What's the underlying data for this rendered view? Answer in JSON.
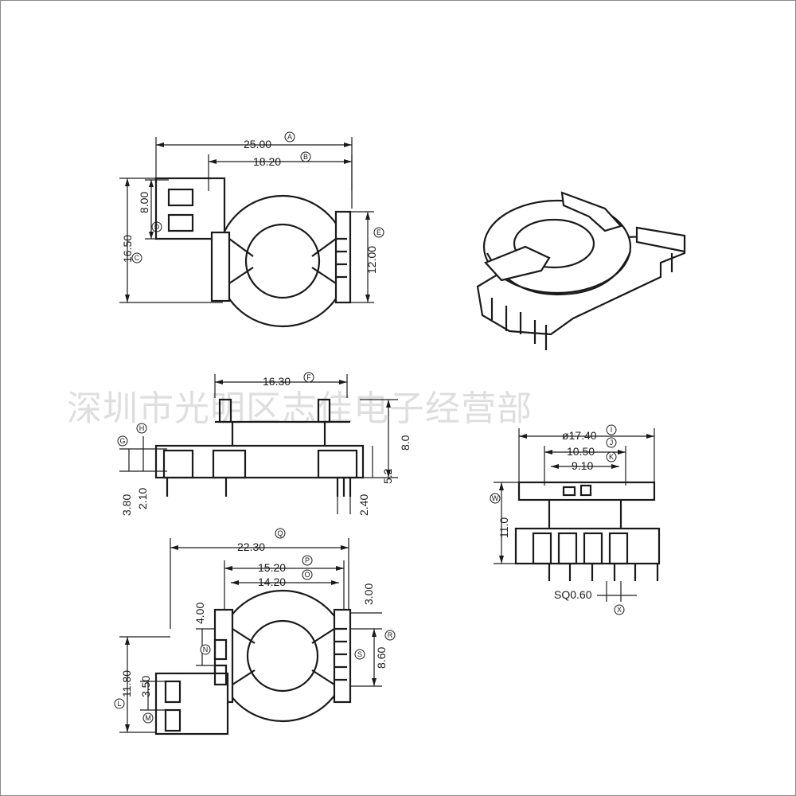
{
  "watermark": "深圳市光明区志佳电子经营部",
  "top_view": {
    "overall_width": "25.00",
    "overall_width_tag": "A",
    "flange_width": "18.20",
    "flange_width_tag": "B",
    "height": "16.50",
    "height_tag": "C",
    "slot_pitch": "8.00",
    "slot_pitch_tag": "D",
    "right_height": "12.00",
    "right_height_tag": "E"
  },
  "side_view": {
    "top_width": "16.30",
    "top_width_tag": "F",
    "left_tag_g": "G",
    "left_tag_h": "H",
    "total_height": "8.0",
    "pin_height": "5.2",
    "left_depth": "3.80",
    "base_height": "2.10",
    "pin_pitch": "2.40"
  },
  "bottom_view": {
    "overall_width": "22.30",
    "overall_width_tag": "Q",
    "outer_flange": "15.20",
    "outer_flange_tag": "P",
    "inner_flange": "14.20",
    "inner_flange_tag": "O",
    "slot_height": "4.00",
    "slot_height_tag": "N",
    "right_slot": "3.00",
    "right_height": "8.60",
    "right_height_tag": "R",
    "left_height": "11.80",
    "left_height_tag": "L",
    "left_slot": "3.50",
    "left_slot_tag": "M",
    "mid_tag": "S"
  },
  "front_view": {
    "diameter": "ø17.40",
    "diameter_tag": "I",
    "inner": "10.50",
    "inner_tag": "J",
    "core": "9.10",
    "core_tag": "K",
    "height": "11.0",
    "height_tag": "W",
    "pin": "SQ0.60",
    "pin_tag": "X"
  }
}
